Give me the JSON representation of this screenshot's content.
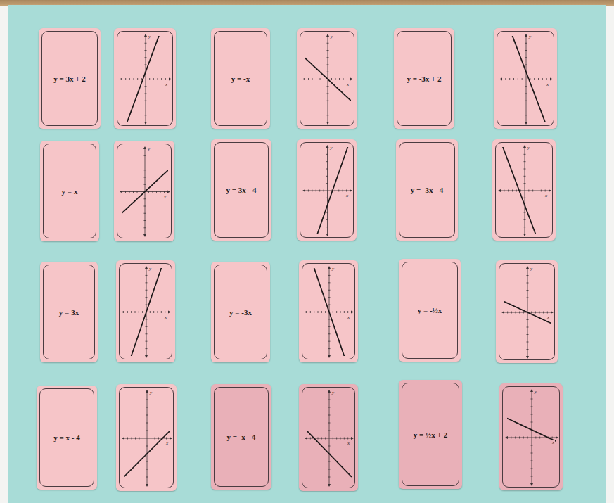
{
  "diagram": {
    "nodes": [
      {
        "text": [
          "y = 3x + 2"
        ]
      },
      {
        "text": [
          "y",
          "x"
        ]
      },
      {
        "text": [
          "y = -x"
        ]
      },
      {
        "text": [
          "y",
          "x"
        ]
      },
      {
        "text": [
          "y = -3x + 2"
        ]
      },
      {
        "text": [
          "y",
          "x"
        ]
      },
      {
        "text": [
          "y = x"
        ]
      },
      {
        "text": [
          "y",
          "x"
        ]
      },
      {
        "text": [
          "y = 3x - 4"
        ]
      },
      {
        "text": [
          "y",
          "x"
        ]
      },
      {
        "text": [
          "y = -3x - 4"
        ]
      },
      {
        "text": [
          "y",
          "x"
        ]
      },
      {
        "text": [
          "y = 3x"
        ]
      },
      {
        "text": [
          "y",
          "x"
        ]
      },
      {
        "text": [
          "y = -3x"
        ]
      },
      {
        "text": [
          "y",
          "x"
        ]
      },
      {
        "text": [
          "y = -½x"
        ]
      },
      {
        "text": [
          "y",
          "x"
        ]
      },
      {
        "text": [
          "y = x - 4"
        ]
      },
      {
        "text": [
          "y",
          "x"
        ]
      },
      {
        "text": [
          "y = -x - 4"
        ]
      },
      {
        "text": [
          "y",
          "x"
        ]
      },
      {
        "text": [
          "y = ½x + 2"
        ]
      },
      {
        "text": [
          "y",
          "x"
        ]
      }
    ]
  }
}
